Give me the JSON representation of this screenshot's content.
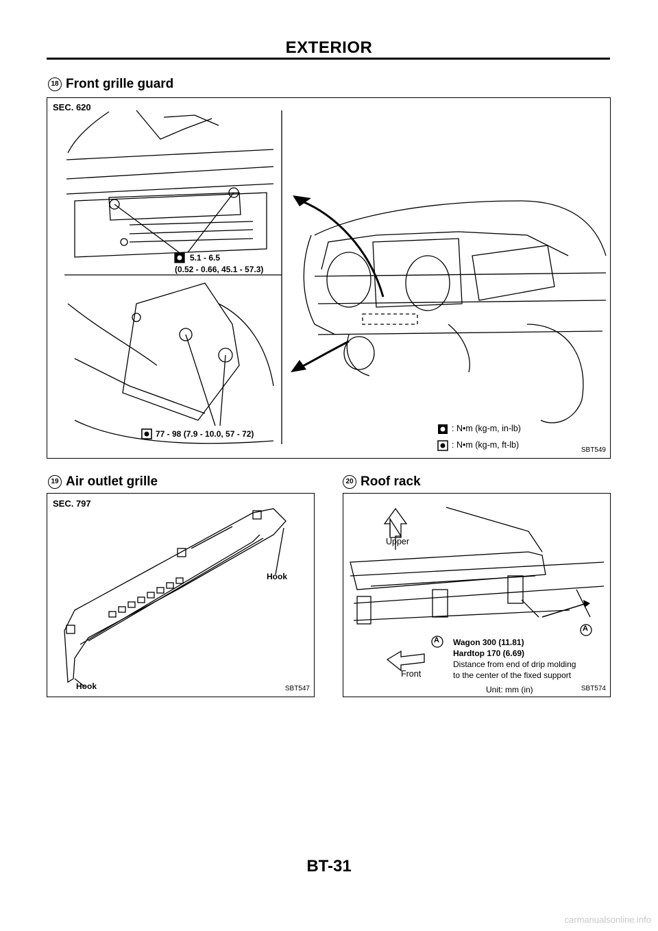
{
  "header": {
    "title": "EXTERIOR"
  },
  "sections": {
    "s18": {
      "number": "18",
      "title": "Front grille guard"
    },
    "s19": {
      "number": "19",
      "title": "Air outlet grille"
    },
    "s20": {
      "number": "20",
      "title": "Roof rack"
    }
  },
  "fig1": {
    "sec": "SEC. 620",
    "spec1_line1": "5.1 - 6.5",
    "spec1_line2": "(0.52 - 0.66, 45.1 - 57.3)",
    "spec2": "77 - 98 (7.9 - 10.0, 57 - 72)",
    "legend1": ": N•m (kg-m, in-lb)",
    "legend2": ": N•m (kg-m, ft-lb)",
    "code": "SBT549"
  },
  "fig2": {
    "sec": "SEC. 797",
    "hook1": "Hook",
    "hook2": "Hook",
    "code": "SBT547"
  },
  "fig3": {
    "upper": "Upper",
    "front": "Front",
    "callout": "A",
    "callout_key": "A",
    "spec_line1": "Wagon 300 (11.81)",
    "spec_line2": "Hardtop 170 (6.69)",
    "spec_line3": "Distance from end of drip molding",
    "spec_line4": "to the center of the fixed support",
    "unit": "Unit: mm (in)",
    "code": "SBT574"
  },
  "footer": {
    "page": "BT-31"
  },
  "watermark": "carmanualsonline.info"
}
